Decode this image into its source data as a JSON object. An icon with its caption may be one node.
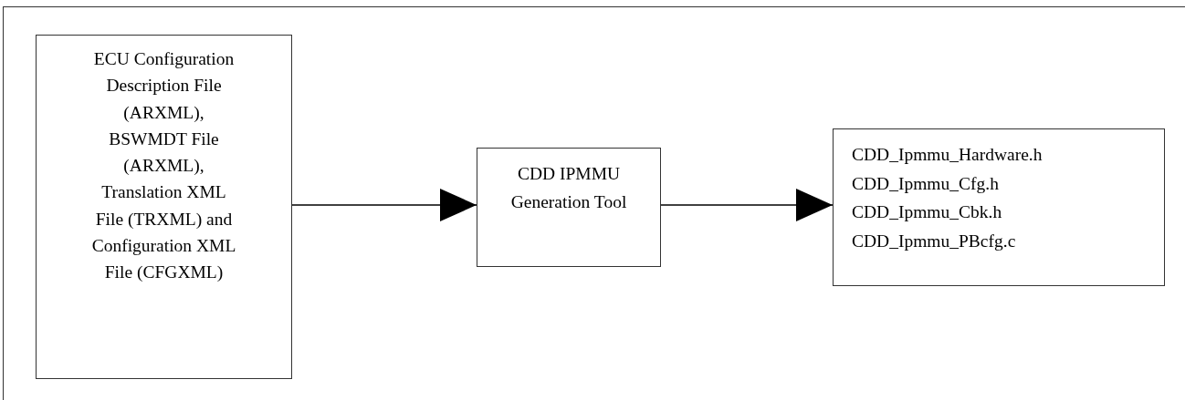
{
  "diagram": {
    "nodes": [
      {
        "text": [
          "ECU Configuration Description File (ARXML), BSWMDT File (ARXML), Translation XML File (TRXML) and Configuration XML File (CFGXML)"
        ]
      },
      {
        "text": [
          "CDD IPMMU Generation Tool"
        ]
      },
      {
        "text": [
          "CDD_Ipmmu_Hardware.h",
          "CDD_Ipmmu_Cfg.h",
          "CDD_Ipmmu_Cbk.h",
          "CDD_Ipmmu_PBcfg.c"
        ]
      }
    ],
    "edges": [
      {
        "from": 0,
        "to": 1,
        "arrow": "to"
      },
      {
        "from": 1,
        "to": 2,
        "arrow": "to"
      }
    ]
  }
}
